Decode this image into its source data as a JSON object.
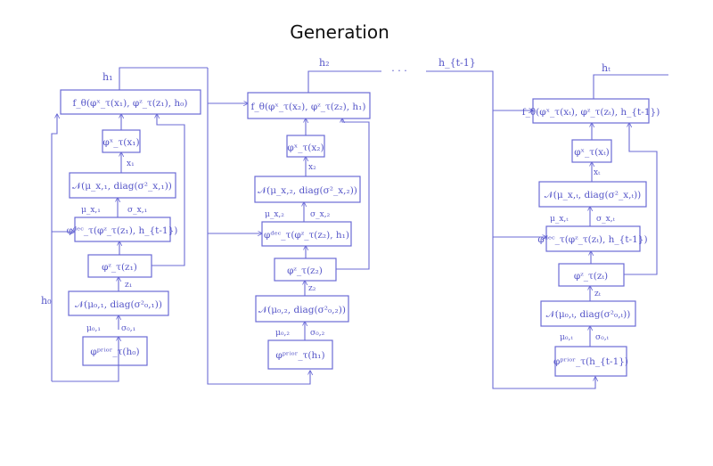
{
  "title": "Generation",
  "ellipsis": "· · ·",
  "colors": {
    "ink": "#6b6bd6",
    "text": "#5555c8",
    "title": "#111111"
  },
  "columns": [
    {
      "h_out": "h₁",
      "h_in": "h₀",
      "f_box": "f_θ(φˣ_τ(x₁), φᶻ_τ(z₁), h₀)",
      "phi_x": "φˣ_τ(x₁)",
      "x_label": "x₁",
      "normal_x": "𝒩(μ_x,₁, diag(σ²_x,₁))",
      "mu_x": "μ_x,₁",
      "sigma_x": "σ_x,₁",
      "phi_dec": "φᵈᵉᶜ_τ(φᶻ_τ(z₁), h_{t-1})",
      "phi_z": "φᶻ_τ(z₁)",
      "z_label": "z₁",
      "normal_prior": "𝒩(μ₀,₁, diag(σ²₀,₁))",
      "mu_0": "μ₀,₁",
      "sigma_0": "σ₀,₁",
      "prior": "φᵖʳⁱᵒʳ_τ(h₀)"
    },
    {
      "h_out": "h₂",
      "h_in": "",
      "f_box": "f_θ(φˣ_τ(x₂), φᶻ_τ(z₂), h₁)",
      "phi_x": "φˣ_τ(x₂)",
      "x_label": "x₂",
      "normal_x": "𝒩(μ_x,₂, diag(σ²_x,₂))",
      "mu_x": "μ_x,₂",
      "sigma_x": "σ_x,₂",
      "phi_dec": "φᵈᵉᶜ_τ(φᶻ_τ(z₂), h₁)",
      "phi_z": "φᶻ_τ(z₂)",
      "z_label": "z₂",
      "normal_prior": "𝒩(μ₀,₂, diag(σ²₀,₂))",
      "mu_0": "μ₀,₂",
      "sigma_0": "σ₀,₂",
      "prior": "φᵖʳⁱᵒʳ_τ(h₁)"
    },
    {
      "h_out": "hₜ",
      "h_in": "h_{t-1}",
      "f_box": "f_θ(φˣ_τ(xₜ), φᶻ_τ(zₜ), h_{t-1})",
      "phi_x": "φˣ_τ(xₜ)",
      "x_label": "xₜ",
      "normal_x": "𝒩(μ_x,ₜ, diag(σ²_x,ₜ))",
      "mu_x": "μ_x,ₜ",
      "sigma_x": "σ_x,ₜ",
      "phi_dec": "φᵈᵉᶜ_τ(φᶻ_τ(zₜ), h_{t-1})",
      "phi_z": "φᶻ_τ(zₜ)",
      "z_label": "zₜ",
      "normal_prior": "𝒩(μ₀,ₜ, diag(σ²₀,ₜ))",
      "mu_0": "μ₀,ₜ",
      "sigma_0": "σ₀,ₜ",
      "prior": "φᵖʳⁱᵒʳ_τ(h_{t-1})"
    }
  ]
}
